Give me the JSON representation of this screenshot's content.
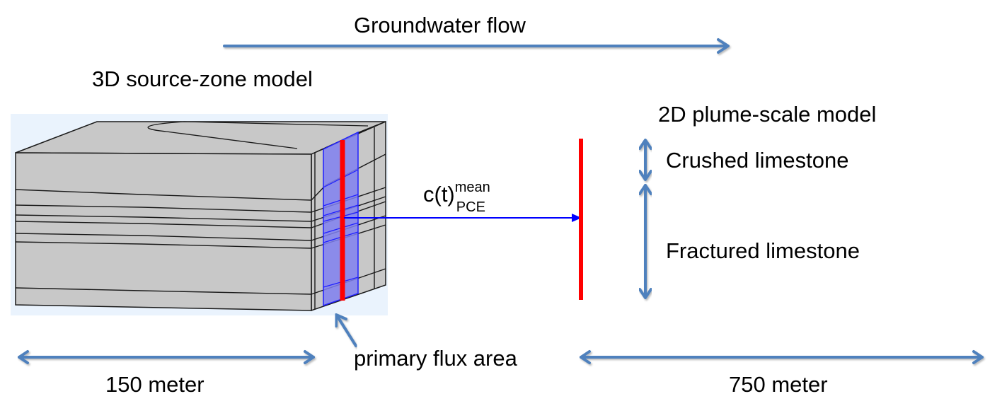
{
  "title": "Groundwater flow",
  "labels": {
    "source_model": "3D source-zone model",
    "plume_model": "2D plume-scale model",
    "crushed": "Crushed limestone",
    "fractured": "Fractured limestone",
    "flux_area": "primary flux area",
    "dist_left": "150 meter",
    "dist_right": "750 meter"
  },
  "concentration": {
    "base": "c(t)",
    "superscript": "mean",
    "subscript": "PCE"
  },
  "colors": {
    "arrow": "#4f81bd",
    "interface_line": "#ff0000",
    "flux_link": "#0000ff",
    "flux_area_fill": "#8080f0",
    "block_fill": "#c8c8c8",
    "model_bg": "#eaf3fd"
  }
}
